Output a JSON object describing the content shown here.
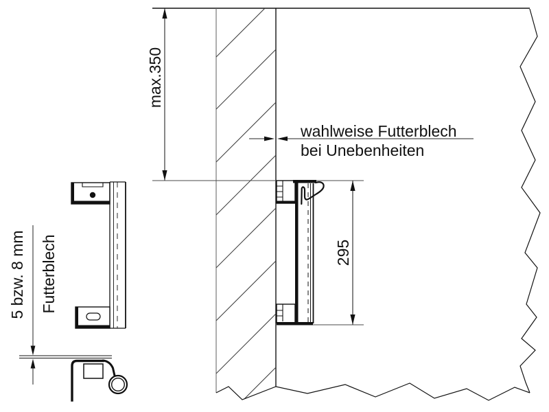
{
  "drawing": {
    "kind": "technical-installation-drawing",
    "dimensions": {
      "max_height": "max.350",
      "bracket_spacing": "295",
      "shim_thickness": "5 bzw. 8 mm"
    },
    "labels": {
      "shim_note_line1": "wahlweise Futterblech",
      "shim_note_line2": "bei Unebenheiten",
      "shim_name": "Futterblech"
    },
    "colors": {
      "object_line": "#111111",
      "thin_line": "#4a4a4a",
      "wall_edge": "#6b6b6b",
      "background": "#ffffff"
    }
  }
}
